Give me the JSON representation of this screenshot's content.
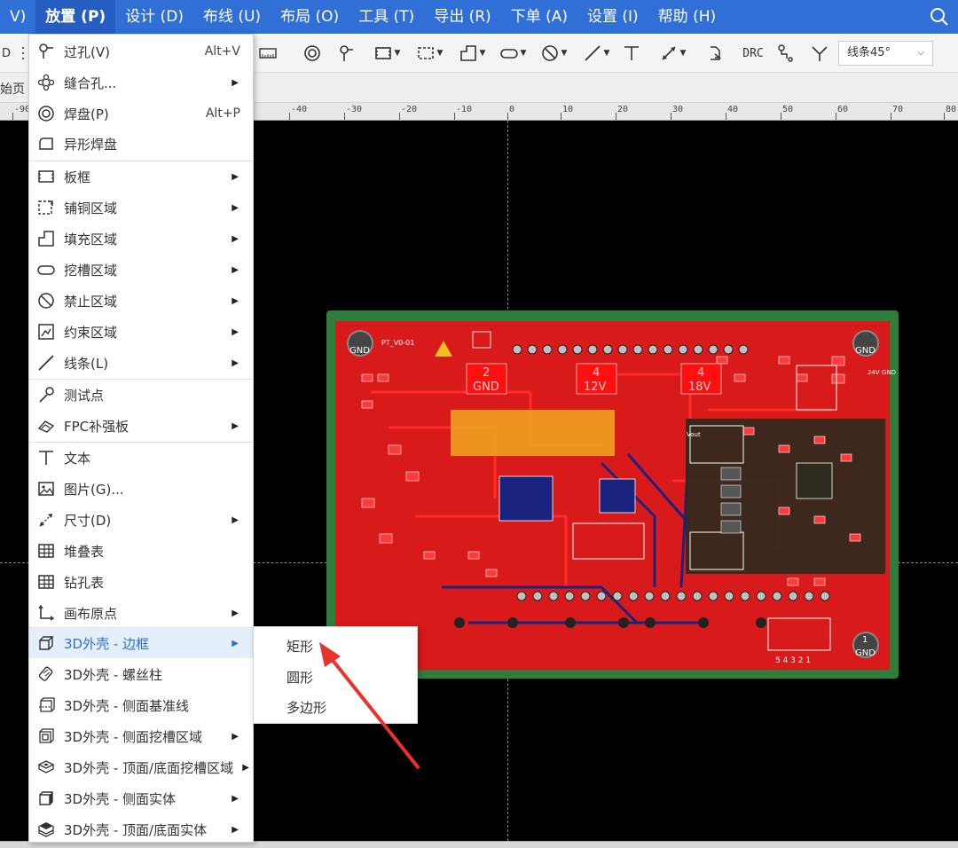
{
  "menubar": {
    "items": [
      "V)",
      "放置 (P)",
      "设计 (D)",
      "布线 (U)",
      "布局 (O)",
      "工具 (T)",
      "导出 (R)",
      "下单 (A)",
      "设置 (I)",
      "帮助 (H)"
    ]
  },
  "toolbar": {
    "drc_label": "DRC",
    "text_tool": "T",
    "line_mode": "线条45°",
    "left_fragment": "D"
  },
  "tabrow": {
    "fragment": "始页"
  },
  "ruler": {
    "labels": [
      "-90",
      "-40",
      "-30",
      "-20",
      "-10",
      "0",
      "10",
      "20",
      "30",
      "40",
      "50",
      "60",
      "70",
      "80"
    ]
  },
  "menu": {
    "items": [
      {
        "label": "过孔(V)",
        "shortcut": "Alt+V",
        "icon": "via-icon"
      },
      {
        "label": "缝合孔...",
        "icon": "stitch-via-icon"
      },
      {
        "label": "焊盘(P)",
        "shortcut": "Alt+P",
        "icon": "pad-icon"
      },
      {
        "label": "异形焊盘",
        "icon": "custom-pad-icon"
      },
      {
        "label": "板框",
        "icon": "board-outline-icon"
      },
      {
        "label": "铺铜区域",
        "icon": "copper-pour-icon"
      },
      {
        "label": "填充区域",
        "icon": "fill-region-icon"
      },
      {
        "label": "挖槽区域",
        "icon": "slot-region-icon"
      },
      {
        "label": "禁止区域",
        "icon": "keepout-icon"
      },
      {
        "label": "约束区域",
        "icon": "constraint-region-icon"
      },
      {
        "label": "线条(L)",
        "icon": "line-icon"
      },
      {
        "label": "测试点",
        "icon": "test-point-icon"
      },
      {
        "label": "FPC补强板",
        "icon": "fpc-stiffener-icon"
      },
      {
        "label": "文本",
        "icon": "text-icon"
      },
      {
        "label": "图片(G)...",
        "icon": "image-icon"
      },
      {
        "label": "尺寸(D)",
        "icon": "dimension-icon"
      },
      {
        "label": "堆叠表",
        "icon": "stackup-table-icon"
      },
      {
        "label": "钻孔表",
        "icon": "drill-table-icon"
      },
      {
        "label": "画布原点",
        "icon": "canvas-origin-icon"
      },
      {
        "label": "3D外壳 - 边框",
        "icon": "enclosure-frame-icon"
      },
      {
        "label": "3D外壳 - 螺丝柱",
        "icon": "screw-post-icon"
      },
      {
        "label": "3D外壳 - 侧面基准线",
        "icon": "side-baseline-icon"
      },
      {
        "label": "3D外壳 - 侧面挖槽区域",
        "icon": "side-slot-icon"
      },
      {
        "label": "3D外壳 - 顶面/底面挖槽区域",
        "icon": "top-bottom-slot-icon"
      },
      {
        "label": "3D外壳 - 侧面实体",
        "icon": "side-solid-icon"
      },
      {
        "label": "3D外壳 - 顶面/底面实体",
        "icon": "top-bottom-solid-icon"
      }
    ]
  },
  "submenu": {
    "items": [
      "矩形",
      "圆形",
      "多边形"
    ]
  },
  "pcb": {
    "silk": {
      "gnd": "GND",
      "board_name": "PT_V0-01",
      "pad_labels": [
        "2",
        "GND",
        "4",
        "12V",
        "4",
        "18V"
      ],
      "vout": "Vout",
      "v24": "24V GND",
      "connector_pins": "5 4 3 2 1",
      "mounting_num": "1"
    }
  },
  "colors": {
    "menubar": "#2f6fd6",
    "board_red": "#d81a1a",
    "board_green": "#2e7d3d",
    "highlight": "#e5effc",
    "annotation_arrow": "#e8322a"
  }
}
